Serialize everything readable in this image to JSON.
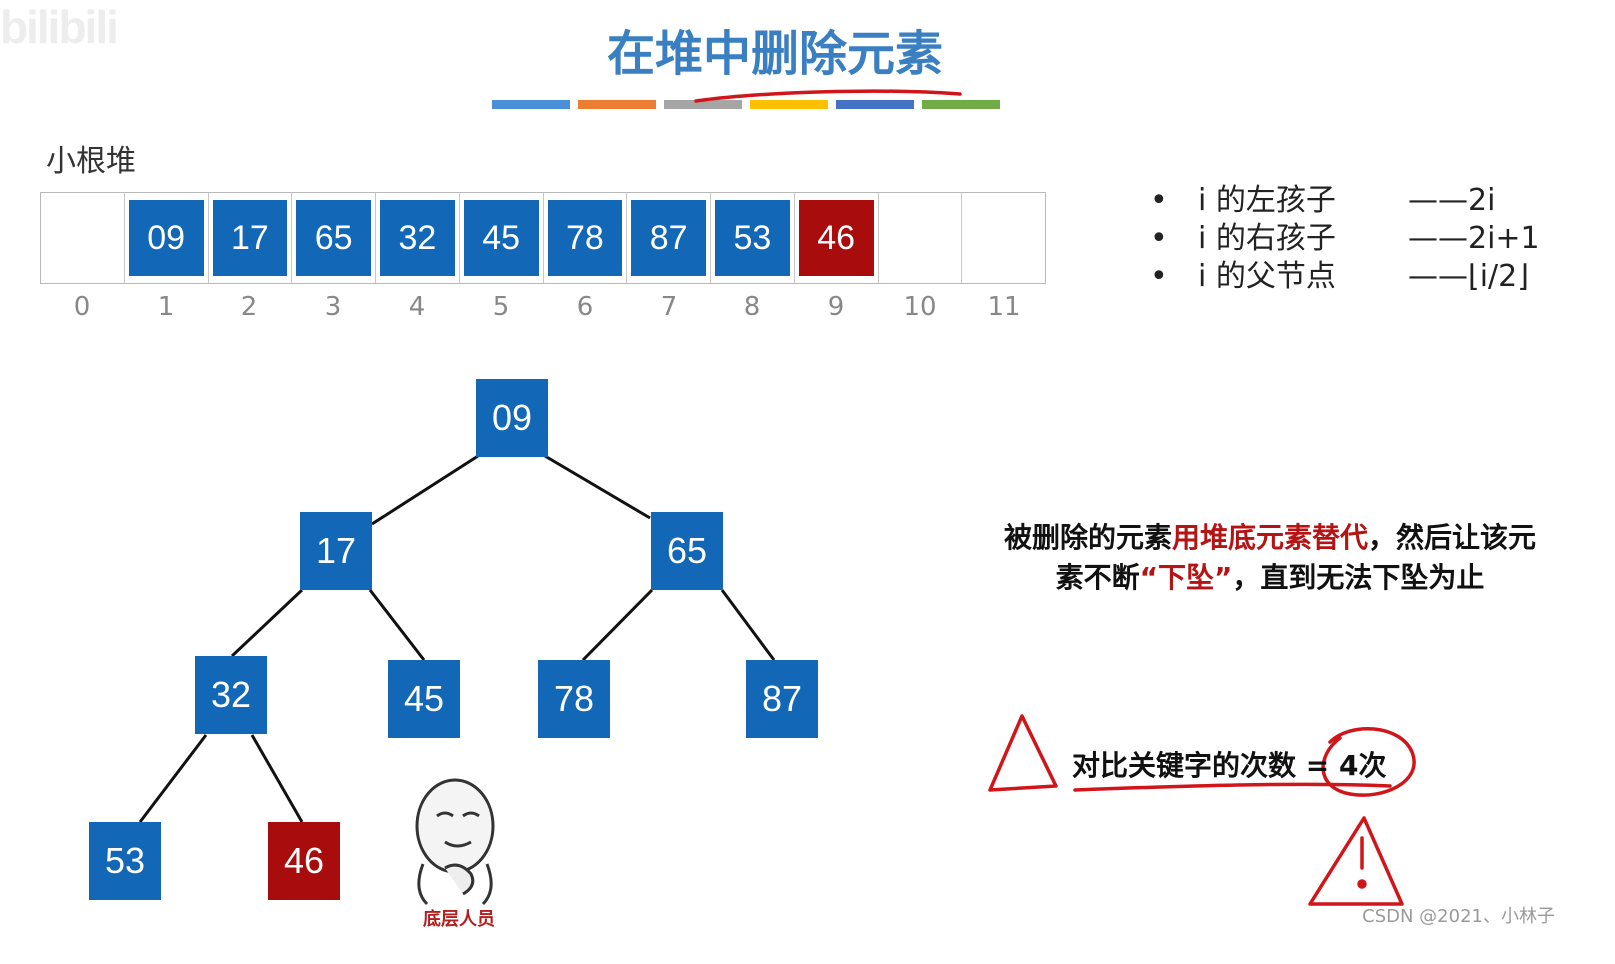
{
  "watermark": "bilibili",
  "title": "在堆中删除元素",
  "title_bar_colors": [
    "#4a90d9",
    "#ed7d31",
    "#a5a5a5",
    "#ffc000",
    "#4472c4",
    "#70ad47"
  ],
  "subtitle": "小根堆",
  "array": {
    "cells": [
      "",
      "09",
      "17",
      "65",
      "32",
      "45",
      "78",
      "87",
      "53",
      "46",
      "",
      ""
    ],
    "indices": [
      "0",
      "1",
      "2",
      "3",
      "4",
      "5",
      "6",
      "7",
      "8",
      "9",
      "10",
      "11"
    ],
    "highlight_index": 9
  },
  "formulas": [
    {
      "bullet": "•",
      "label": "i 的左孩子",
      "value": "——2i"
    },
    {
      "bullet": "•",
      "label": "i 的右孩子",
      "value": "——2i+1"
    },
    {
      "bullet": "•",
      "label": "i 的父节点",
      "value": "——⌊i/2⌋"
    }
  ],
  "tree": {
    "nodes": [
      {
        "id": "n1",
        "value": "09",
        "color": "blue"
      },
      {
        "id": "n2",
        "value": "17",
        "color": "blue"
      },
      {
        "id": "n3",
        "value": "65",
        "color": "blue"
      },
      {
        "id": "n4",
        "value": "32",
        "color": "blue"
      },
      {
        "id": "n5",
        "value": "45",
        "color": "blue"
      },
      {
        "id": "n6",
        "value": "78",
        "color": "blue"
      },
      {
        "id": "n7",
        "value": "87",
        "color": "blue"
      },
      {
        "id": "n8",
        "value": "53",
        "color": "blue"
      },
      {
        "id": "n9",
        "value": "46",
        "color": "red"
      }
    ]
  },
  "description": {
    "part1": "被删除的元素",
    "part2": "用堆底元素替代",
    "part3": "，然后让该元素不断",
    "part4": "“下坠”",
    "part5": "，直到无法下坠为止"
  },
  "compare_text": "对比关键字的次数 = 4次",
  "meme_caption": "底层人员",
  "footer_watermark": "CSDN @2021、小林子",
  "colors": {
    "node_blue": "#1267b6",
    "node_red": "#a90c0c",
    "title": "#3a7fc1",
    "annotation_red": "#d0161a"
  }
}
